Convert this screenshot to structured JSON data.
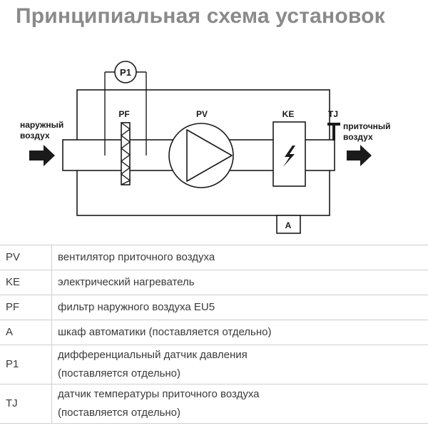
{
  "page": {
    "title": "Принципиальная схема установок"
  },
  "diagram": {
    "inlet_label_line1": "наружный",
    "inlet_label_line2": "воздух",
    "outlet_label_line1": "приточный",
    "outlet_label_line2": "воздух",
    "components": {
      "p1": "P1",
      "pf": "PF",
      "pv": "PV",
      "ke": "KE",
      "tj": "TJ",
      "a": "A"
    }
  },
  "legend": {
    "rows": [
      {
        "code": "PV",
        "lines": [
          "вентилятор приточного воздуха"
        ]
      },
      {
        "code": "KE",
        "lines": [
          "электрический нагреватель"
        ]
      },
      {
        "code": "PF",
        "lines": [
          "фильтр наружного воздуха EU5"
        ]
      },
      {
        "code": "A",
        "lines": [
          "шкаф автоматики (поставляется отдельно)"
        ]
      },
      {
        "code": "P1",
        "lines": [
          "дифференциальный датчик давления",
          "(поставляется отдельно)"
        ]
      },
      {
        "code": "TJ",
        "lines": [
          "датчик температуры приточного воздуха",
          "(поставляется отдельно)"
        ]
      }
    ]
  }
}
